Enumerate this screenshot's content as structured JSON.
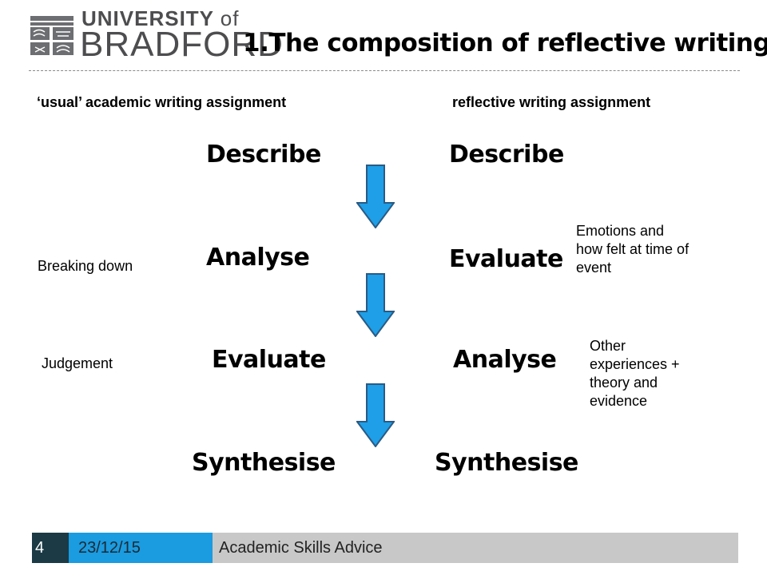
{
  "header": {
    "logo_line1": "UNIVERSITY",
    "logo_of": "of",
    "logo_line2": "BRADFORD",
    "title": "1.The composition of reflective writing"
  },
  "columns": {
    "left_heading": "‘usual’ academic writing assignment",
    "right_heading": "reflective writing assignment",
    "left_steps": [
      "Describe",
      "Analyse",
      "Evaluate",
      "Synthesise"
    ],
    "right_steps": [
      "Describe",
      "Evaluate",
      "Analyse",
      "Synthesise"
    ]
  },
  "notes": {
    "breaking_down": "Breaking down",
    "judgement": "Judgement",
    "emotions": [
      "Emotions and",
      "how felt at time of",
      "event"
    ],
    "other": [
      "Other",
      "experiences +",
      "theory and",
      "evidence"
    ]
  },
  "footer": {
    "slide_number": "4",
    "date": "23/12/15",
    "text": "Academic Skills Advice"
  },
  "colors": {
    "arrow_fill": "#1e9fe8",
    "arrow_stroke": "#2a5b84",
    "footer_dark": "#1b3a45",
    "footer_blue": "#1b9be0",
    "footer_grey": "#c8c8c8"
  }
}
